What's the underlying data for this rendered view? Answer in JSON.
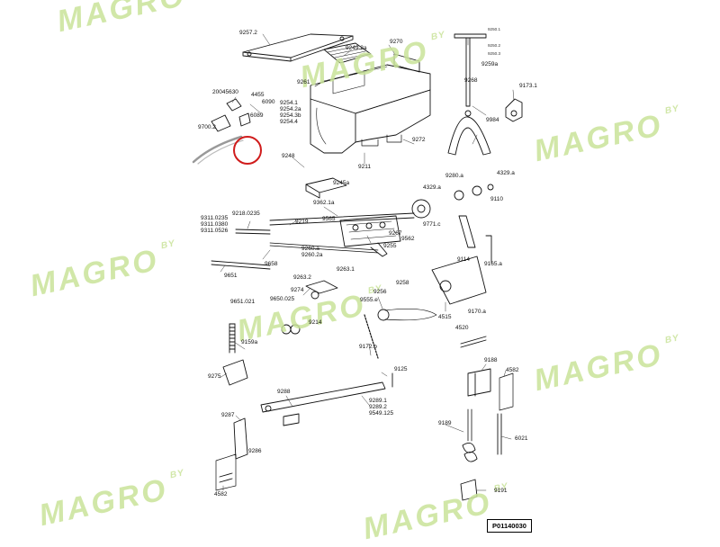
{
  "diagram": {
    "code": "P01140030",
    "watermark": {
      "main": "MAGRO",
      "suffix": "BY"
    },
    "labels": [
      "9257.2",
      "9249.2a",
      "9270",
      "9250.1",
      "9250.2",
      "9250.3",
      "9259a",
      "9261",
      "9173.1",
      "9268",
      "20045630",
      "4455",
      "6090",
      "6089",
      "9700.2",
      "9254.1",
      "9254.2a",
      "9254.3b",
      "9254.4",
      "9984",
      "9272",
      "9211",
      "9248",
      "9245a",
      "9362.1a",
      "9219",
      "9565",
      "9260.a",
      "9260.2a",
      "9218.0235",
      "9311.0235",
      "9311.0380",
      "9311.0526",
      "9267",
      "9255",
      "9562",
      "9280.a",
      "4329.a",
      "4329.a",
      "9110",
      "9771.c",
      "9114",
      "9165.a",
      "9651",
      "9658",
      "9263.2",
      "9274",
      "9263.1",
      "9256",
      "9258",
      "9555.e",
      "4515",
      "9170.a",
      "9651.021",
      "9650.025",
      "9214",
      "9159a",
      "9172.b",
      "4520",
      "9275",
      "9125",
      "9288",
      "9289.1",
      "9289.2",
      "9549.125",
      "9188",
      "4582",
      "9189",
      "6021",
      "9287",
      "9286",
      "4582",
      "9191"
    ]
  }
}
